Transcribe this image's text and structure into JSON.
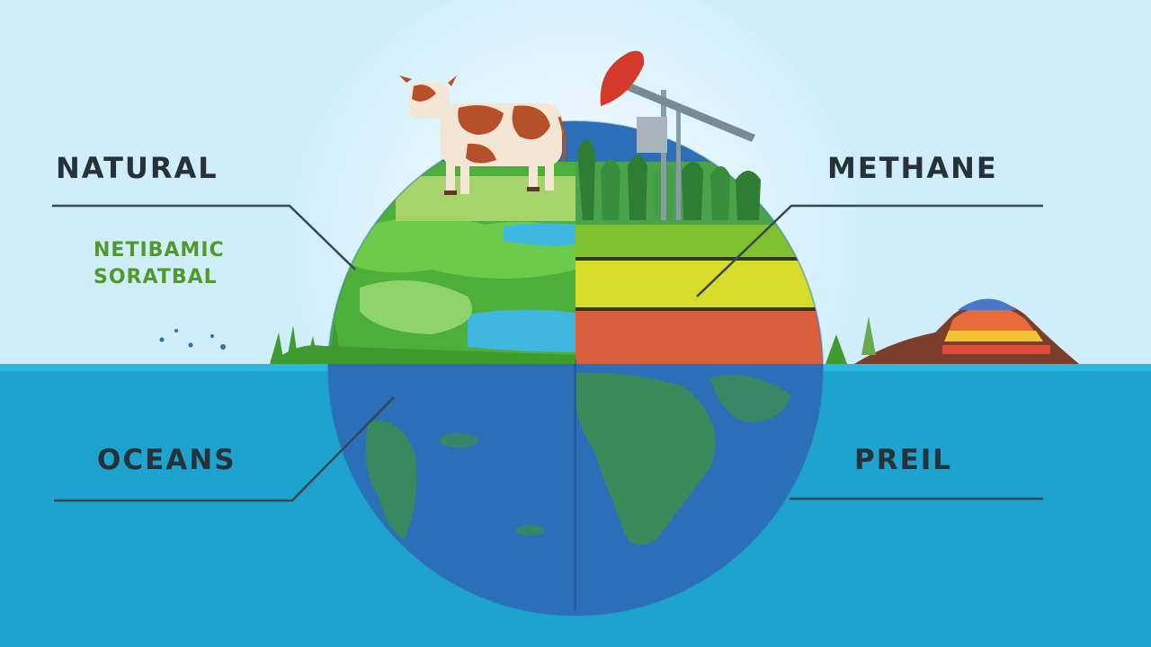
{
  "labels": {
    "natural": "NATURAL",
    "natural_sub_1": "NETIBAMIC",
    "natural_sub_2": "SORATBAL",
    "methane": "METHANE",
    "oceans": "OCEANS",
    "preil": "PREIL"
  },
  "colors": {
    "sky": "#cfeefa",
    "ocean": "#1ea3cf",
    "globe_ocean": "#2b6fb8",
    "land_green": "#4caf3a",
    "soil_red": "#d8603c",
    "soil_yellow": "#d8dc2a",
    "label_text": "#263238",
    "sub_text": "#4f9a2c"
  },
  "icons": [
    "cow-icon",
    "oil-pump-icon",
    "trees-icon",
    "mountain-icon"
  ]
}
